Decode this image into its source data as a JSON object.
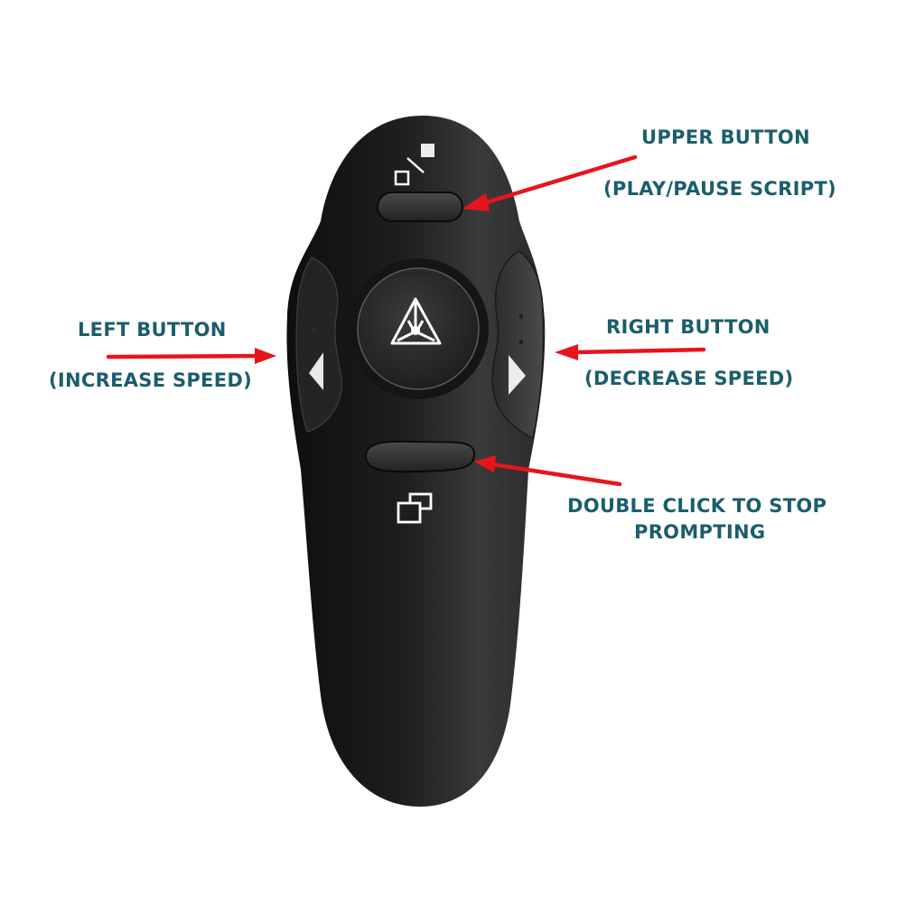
{
  "diagram": {
    "subject": "wireless presenter remote used as teleprompter controller",
    "colors": {
      "label_text": "#1b5e6b",
      "arrow": "#e8141c",
      "device_body": "#1c1c1c",
      "icon": "#ffffff"
    },
    "callouts": {
      "upper": {
        "title": "UPPER BUTTON",
        "description": "(PLAY/PAUSE SCRIPT)"
      },
      "left": {
        "title": "LEFT BUTTON",
        "description": "(INCREASE SPEED)"
      },
      "right": {
        "title": "RIGHT BUTTON",
        "description": "(DECREASE SPEED)"
      },
      "lower": {
        "line1": "DOUBLE CLICK TO STOP",
        "line2": "PROMPTING"
      }
    },
    "icons": {
      "upper_button_icon": "play-pause-icon",
      "center_button_icon": "laser-triangle-icon",
      "lower_button_icon": "window-switch-icon",
      "left_button_icon": "left-triangle-icon",
      "right_button_icon": "right-triangle-icon"
    }
  }
}
